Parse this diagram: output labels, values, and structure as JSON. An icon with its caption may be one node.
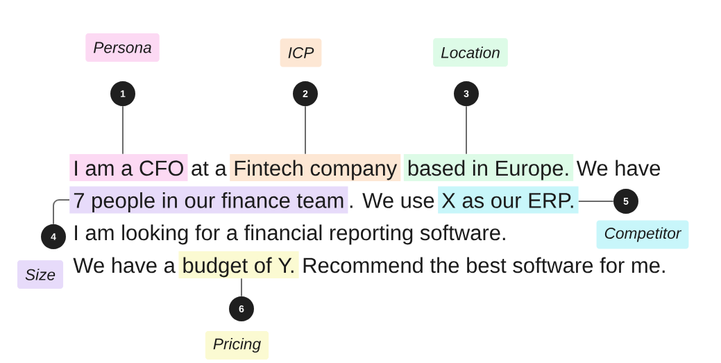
{
  "diagram": {
    "nodes": [
      {
        "text": [
          "Persona"
        ]
      },
      {
        "text": [
          "ICP"
        ]
      },
      {
        "text": [
          "Location"
        ]
      },
      {
        "text": [
          "1"
        ]
      },
      {
        "text": [
          "2"
        ]
      },
      {
        "text": [
          "3"
        ]
      },
      {
        "text": [
          "I am a CFO"
        ]
      },
      {
        "text": [
          "Fintech company"
        ]
      },
      {
        "text": [
          "based in Europe."
        ]
      },
      {
        "text": [
          "7 people in our finance team"
        ]
      },
      {
        "text": [
          "X as our ERP."
        ]
      },
      {
        "text": [
          "5"
        ]
      },
      {
        "text": [
          "4"
        ]
      },
      {
        "text": [
          "Competitor"
        ]
      },
      {
        "text": [
          "Size"
        ]
      },
      {
        "text": [
          "budget of Y."
        ]
      },
      {
        "text": [
          "6"
        ]
      },
      {
        "text": [
          "Pricing"
        ]
      }
    ],
    "edges": [
      {
        "from": 3,
        "to": 6,
        "arrow": "none"
      },
      {
        "from": 4,
        "to": 7,
        "arrow": "none"
      },
      {
        "from": 5,
        "to": 8,
        "arrow": "none"
      },
      {
        "from": 12,
        "to": 9,
        "arrow": "none"
      },
      {
        "from": 11,
        "to": 10,
        "arrow": "none"
      },
      {
        "from": 16,
        "to": 15,
        "arrow": "none"
      }
    ],
    "labels": [
      "at a",
      "We have",
      ". We use",
      "I am looking for a financial reporting software.",
      "We have a",
      "Recommend the best software for me."
    ]
  }
}
